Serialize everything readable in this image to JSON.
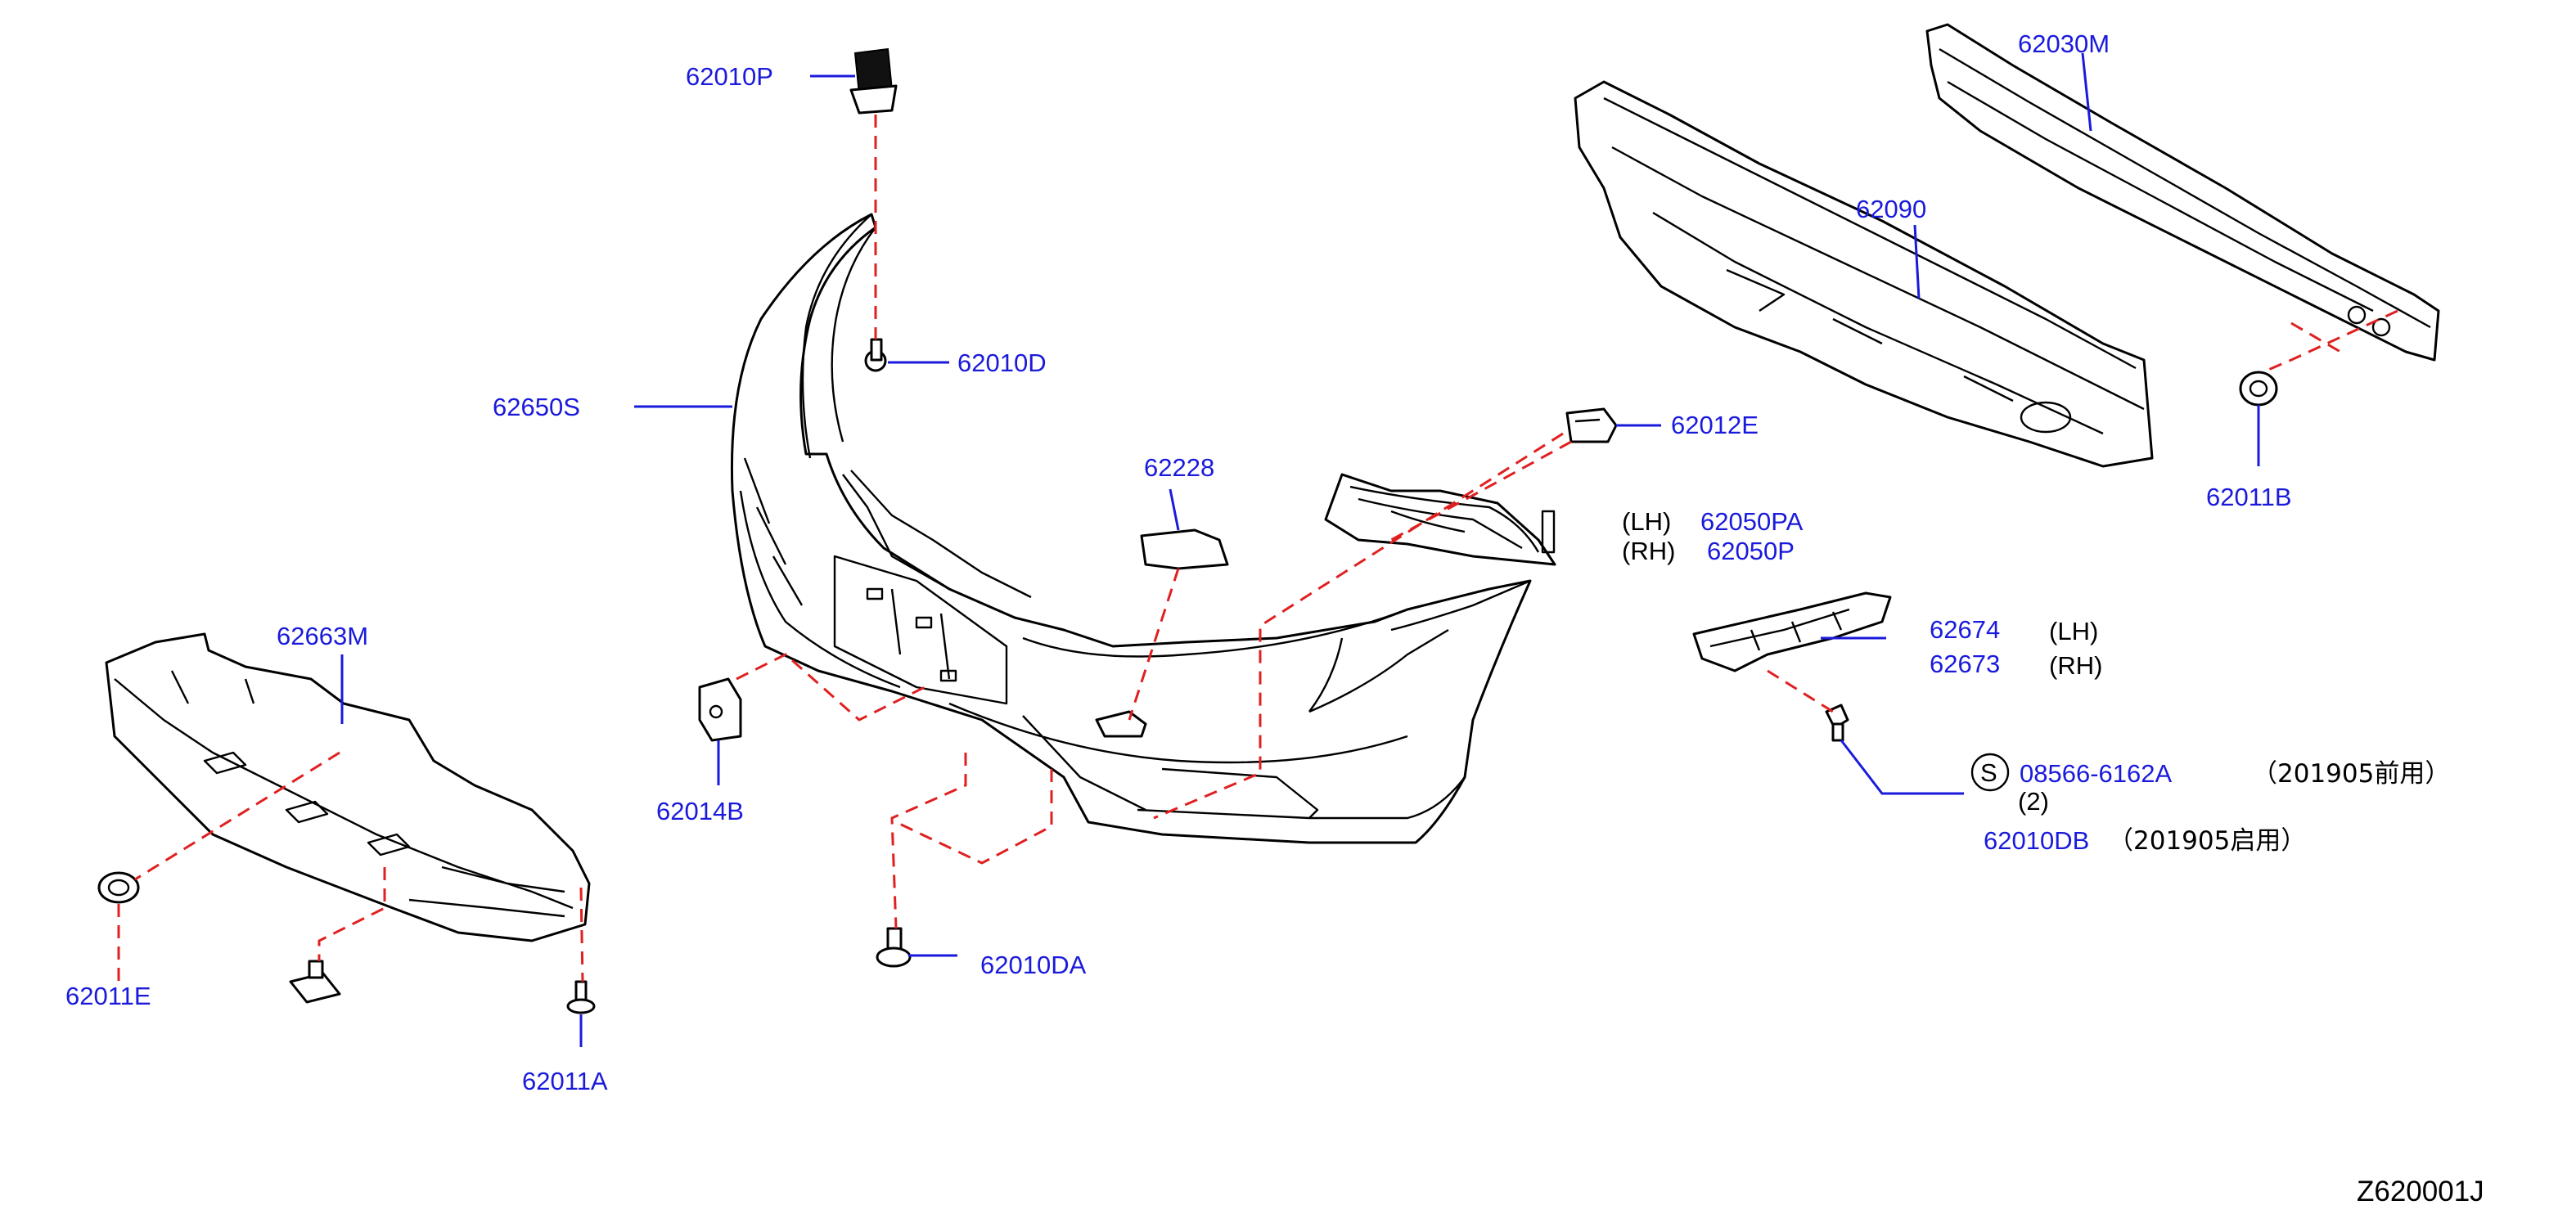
{
  "diagram": {
    "title_code": "Z620001J",
    "labels": {
      "p62010P": "62010P",
      "p62010D": "62010D",
      "p62650S": "62650S",
      "p62228": "62228",
      "p62012E": "62012E",
      "p62050PA": "62050PA",
      "p62050P": "62050P",
      "p62663M": "62663M",
      "p62014B": "62014B",
      "p62010DA": "62010DA",
      "p62011E": "62011E",
      "p62011A": "62011A",
      "p62030M": "62030M",
      "p62090": "62090",
      "p62011B": "62011B",
      "p62674": "62674",
      "p62673": "62673",
      "p08566": "08566-6162A",
      "p62010DB": "62010DB"
    },
    "notes": {
      "lh1": "(LH)",
      "rh1": "(RH)",
      "lh2": "(LH)",
      "rh2": "(RH)",
      "qty": "(2)",
      "s_mark": "S",
      "before": "（201905前用）",
      "after": "（201905启用）"
    },
    "colors": {
      "label": "#1a1adc",
      "dashed_line": "#e02020",
      "outline": "#000000"
    }
  }
}
